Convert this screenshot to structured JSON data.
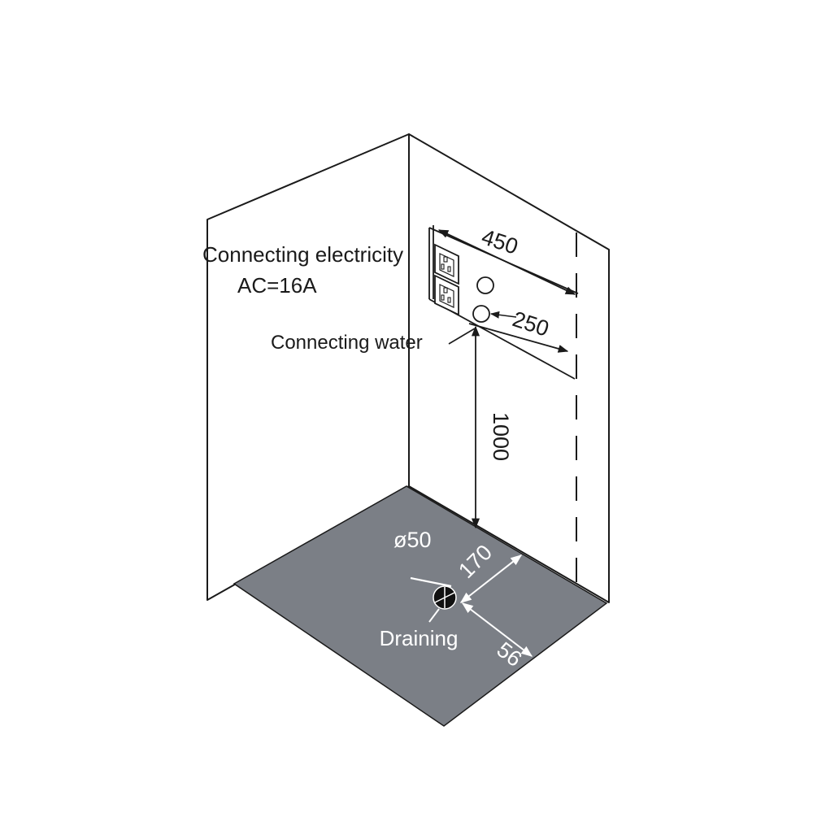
{
  "labels": {
    "electricity": "Connecting electricity",
    "ac": "AC=16A",
    "water": "Connecting water",
    "draining": "Draining"
  },
  "dimensions": {
    "width_450": "450",
    "width_250": "250",
    "height_1000": "1000",
    "diameter": "ø50",
    "offset_170": "170",
    "offset_56": "56"
  },
  "colors": {
    "floor": "#7b7f86",
    "line": "#1a1a1a",
    "background": "#ffffff"
  },
  "icons": [
    "power-socket-icon",
    "water-inlet-icon",
    "drain-icon"
  ]
}
